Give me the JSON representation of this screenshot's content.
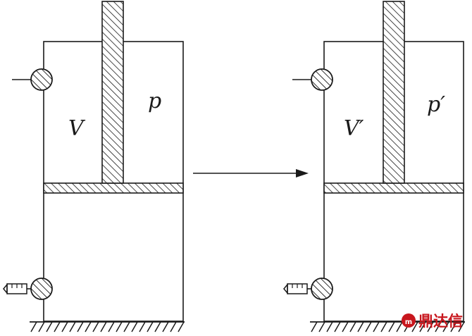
{
  "left": {
    "volume_label": "V",
    "pressure_label": "p"
  },
  "right": {
    "volume_label": "V′",
    "pressure_label": "p′"
  },
  "watermark": {
    "text": "鼎达信",
    "color": "#c8161d"
  },
  "colors": {
    "stroke": "#1a1a1a",
    "background": "#ffffff"
  },
  "icons": [
    "hatched-piston-rod",
    "hatched-piston-plate",
    "valve-icon",
    "syringe-icon",
    "arrow-right-icon",
    "ground-hatching"
  ]
}
